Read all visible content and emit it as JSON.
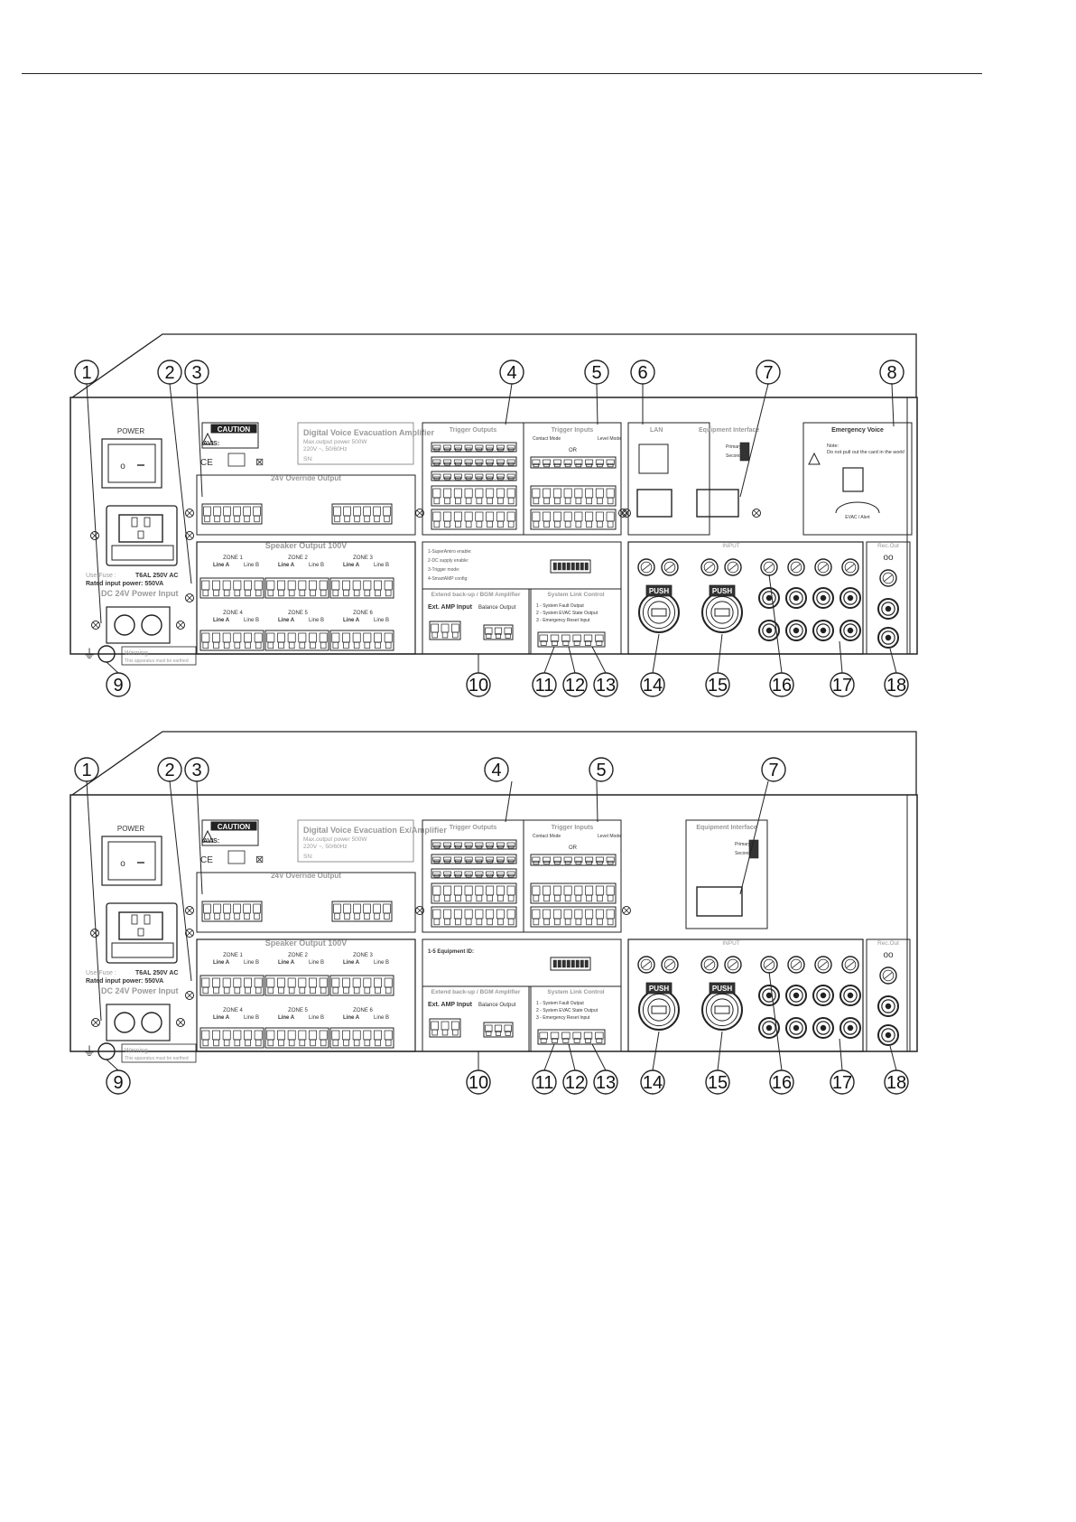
{
  "callouts": [
    "1",
    "2",
    "3",
    "4",
    "5",
    "6",
    "7",
    "8",
    "9",
    "10",
    "11",
    "12",
    "13",
    "14",
    "15",
    "16",
    "17",
    "18"
  ],
  "panel_a": {
    "power_label": "POWER",
    "caution_title": "CAUTION",
    "avis_label": "AVIS:",
    "model_title": "Digital Voice Evacuation Amplifier",
    "model_power": "Max.output power 500W",
    "model_voltage": "220V ~, 50/60Hz",
    "sn_label": "SN:",
    "override_title": "24V Override Output",
    "trigger_outputs_title": "Trigger Outputs",
    "trigger_inputs_title": "Trigger Inputs",
    "lan_title": "LAN",
    "equip_title": "Equipment Interface",
    "emergency_title": "Emergency Voice",
    "speaker_title": "Speaker Output 100V",
    "extend_title": "Extend back-up / BGM Amplifier",
    "ext_amp_input": "Ext. AMP Input",
    "balance_output": "Balance Output",
    "system_link_title": "System Link Control",
    "input_title": "INPUT",
    "rec_out_title": "Rec.Out",
    "use_fuse": "Use Fuse :",
    "fuse_rating": "T6AL 250V AC",
    "rated_power": "Rated input power: 550VA",
    "dc_input": "DC 24V Power Input",
    "warning_title": "Warning",
    "warning_text": "This apparatus must be earthed",
    "primary": "Primary",
    "secondary": "Secondary",
    "push": "PUSH",
    "note_label": "Note:",
    "note_text": "Do not pull out the card in the work!",
    "evac_alert": "EVAC / Alert",
    "contact_mode": "Contact Mode",
    "level_mode": "Level Mode",
    "or_text": "OR",
    "zone_labels": [
      "ZONE 1",
      "ZONE 2",
      "ZONE 3",
      "ZONE 4",
      "ZONE 5",
      "ZONE 6"
    ],
    "line_a": "Line A",
    "line_b": "Line B",
    "link_lines": [
      "1 - System Fault Output",
      "2 - System EVAC State Output",
      "3 - Emergency Reset Input"
    ]
  },
  "panel_b": {
    "power_label": "POWER",
    "caution_title": "CAUTION",
    "avis_label": "AVIS:",
    "model_title": "Digital Voice Evacuation Ex/Amplifier",
    "model_power": "Max.output power 500W",
    "model_voltage": "220V ~, 50/60Hz",
    "sn_label": "SN:",
    "override_title": "24V Override Output",
    "trigger_outputs_title": "Trigger Outputs",
    "trigger_inputs_title": "Trigger Inputs",
    "equip_title": "Equipment Interface",
    "speaker_title": "Speaker Output 100V",
    "extend_title": "Extend back-up / BGM Amplifier",
    "ext_amp_input": "Ext. AMP Input",
    "balance_output": "Balance Output",
    "system_link_title": "System Link Control",
    "input_title": "INPUT",
    "rec_out_title": "Rec.Out",
    "use_fuse": "Use Fuse :",
    "fuse_rating": "T6AL 250V AC",
    "rated_power": "Rated input power: 550VA",
    "dc_input": "DC 24V Power Input",
    "warning_title": "Warning",
    "warning_text": "This apparatus must be earthed",
    "primary": "Primary",
    "secondary": "Secondary",
    "push": "PUSH",
    "equipment_id": "1-5  Equipment ID:",
    "contact_mode": "Contact Mode",
    "level_mode": "Level Mode",
    "or_text": "OR",
    "zone_labels": [
      "ZONE 1",
      "ZONE 2",
      "ZONE 3",
      "ZONE 4",
      "ZONE 5",
      "ZONE 6"
    ],
    "line_a": "Line A",
    "line_b": "Line B",
    "link_lines": [
      "1 - System Fault Output",
      "2 - System EVAC State Output",
      "3 - Emergency Reset Input"
    ]
  }
}
